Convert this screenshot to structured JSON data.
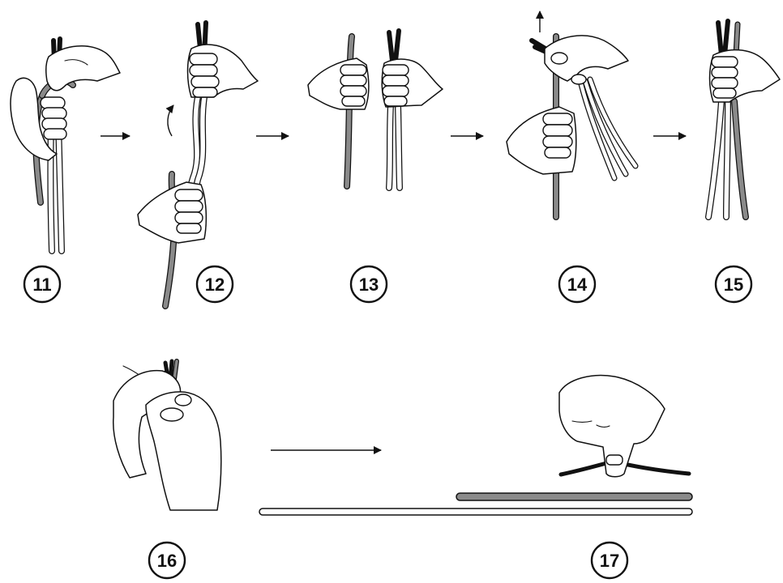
{
  "steps": [
    {
      "number": "11"
    },
    {
      "number": "12"
    },
    {
      "number": "13"
    },
    {
      "number": "14"
    },
    {
      "number": "15"
    },
    {
      "number": "16"
    },
    {
      "number": "17"
    }
  ],
  "colors": {
    "ink": "#111111",
    "grey_cord": "#8a8a8a",
    "white_cord": "#ffffff",
    "black_cord": "#111111",
    "background": "#ffffff"
  },
  "icons": {
    "arrow": "right-arrow-icon",
    "up_arrow": "up-arrow-icon",
    "rotate": "rotate-arrow-icon",
    "hand": "hand-icon"
  }
}
